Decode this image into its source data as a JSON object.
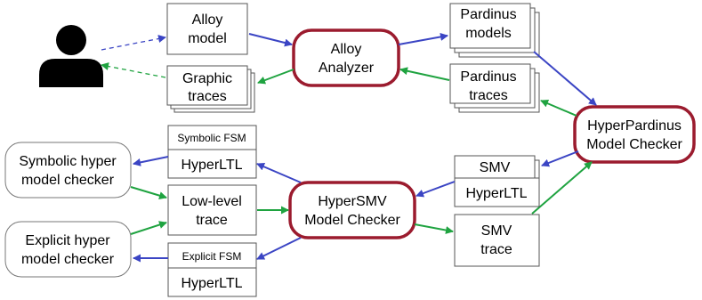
{
  "nodes": {
    "alloy_model": [
      "Alloy",
      "model"
    ],
    "graphic_traces": [
      "Graphic",
      "traces"
    ],
    "alloy_analyzer": [
      "Alloy",
      "Analyzer"
    ],
    "pardinus_models": [
      "Pardinus",
      "models"
    ],
    "pardinus_traces": [
      "Pardinus",
      "traces"
    ],
    "hyperpardinus": [
      "HyperPardinus",
      "Model Checker"
    ],
    "symbolic_fsm": "Symbolic FSM",
    "symbolic_hyperltl": "HyperLTL",
    "symbolic_checker": [
      "Symbolic hyper",
      "model checker"
    ],
    "low_level_trace": [
      "Low-level",
      "trace"
    ],
    "hypersmv": [
      "HyperSMV",
      "Model Checker"
    ],
    "explicit_checker": [
      "Explicit hyper",
      "model checker"
    ],
    "explicit_fsm": "Explicit FSM",
    "explicit_hyperltl": "HyperLTL",
    "smv": "SMV",
    "smv_hyperltl": "HyperLTL",
    "smv_trace": [
      "SMV",
      "trace"
    ]
  },
  "colors": {
    "model_flow": "#3b45c4",
    "trace_flow": "#1fa340",
    "process_border": "#9b1b2e",
    "user_icon": "#000000"
  }
}
